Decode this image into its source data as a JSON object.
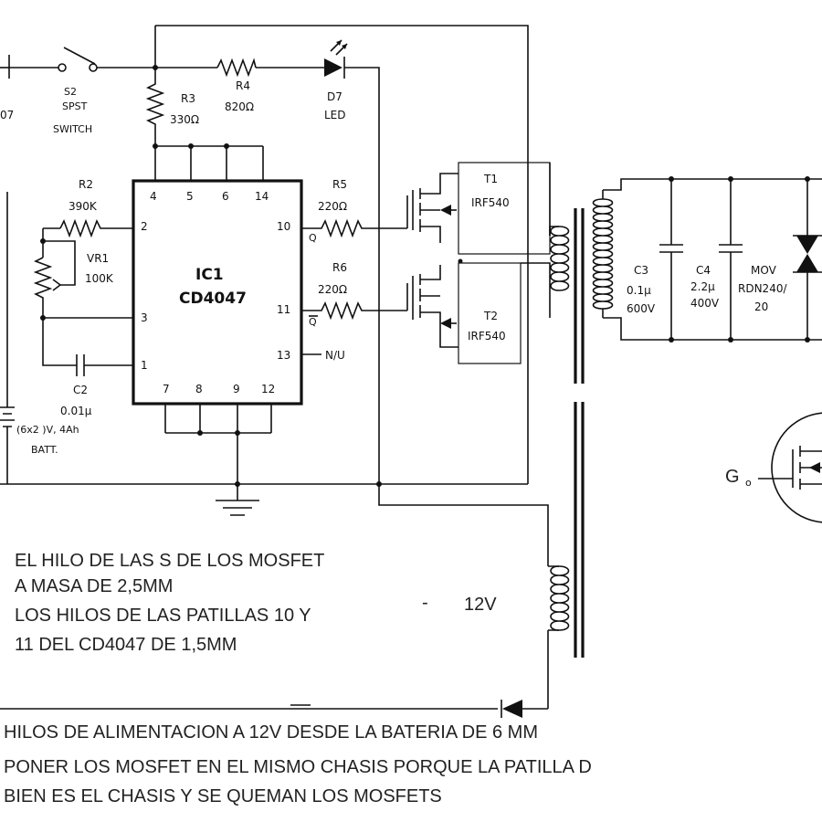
{
  "components": {
    "d_left_partial": "07",
    "s2": {
      "ref": "S2",
      "type": "SPST",
      "kind": "SWITCH"
    },
    "r3": {
      "ref": "R3",
      "value": "330Ω"
    },
    "r4": {
      "ref": "R4",
      "value": "820Ω"
    },
    "d7": {
      "ref": "D7",
      "type": "LED"
    },
    "r2": {
      "ref": "R2",
      "value": "390K"
    },
    "vr1": {
      "ref": "VR1",
      "value": "100K"
    },
    "c2": {
      "ref": "C2",
      "value": "0.01μ"
    },
    "batt": {
      "spec": "(6x2 )V, 4Ah",
      "label": "BATT."
    },
    "ic1": {
      "ref": "IC1",
      "part": "CD4047",
      "pins": {
        "p4": "4",
        "p5": "5",
        "p6": "6",
        "p14": "14",
        "p2": "2",
        "p3": "3",
        "p1": "1",
        "p10": "10",
        "p11": "11",
        "p13": "13",
        "p7": "7",
        "p8": "8",
        "p9": "9",
        "p12": "12"
      },
      "q": "Q",
      "qbar": "Q",
      "nc": "N/U"
    },
    "r5": {
      "ref": "R5",
      "value": "220Ω"
    },
    "r6": {
      "ref": "R6",
      "value": "220Ω"
    },
    "t1": {
      "ref": "T1",
      "part": "IRF540"
    },
    "t2": {
      "ref": "T2",
      "part": "IRF540"
    },
    "c3": {
      "ref": "C3",
      "value": "0.1μ",
      "voltage": "600V"
    },
    "c4": {
      "ref": "C4",
      "value": "2.2μ",
      "voltage": "400V"
    },
    "mov": {
      "ref": "MOV",
      "part": "RDN240/",
      "part2": "20"
    },
    "gate_label": "G",
    "gate_sub": "o",
    "supply_label": "12V",
    "dash": "-"
  },
  "notes": [
    "EL HILO DE LAS S DE LOS MOSFET",
    "A MASA DE 2,5MM",
    "LOS HILOS DE LAS PATILLAS 10 Y",
    "11 DEL CD4047 DE 1,5MM"
  ],
  "bottom_notes": [
    "HILOS DE ALIMENTACION A 12V DESDE LA BATERIA DE 6 MM",
    "PONER LOS MOSFET EN EL MISMO CHASIS PORQUE LA PATILLA D",
    "BIEN ES EL CHASIS Y SE QUEMAN LOS MOSFETS"
  ]
}
